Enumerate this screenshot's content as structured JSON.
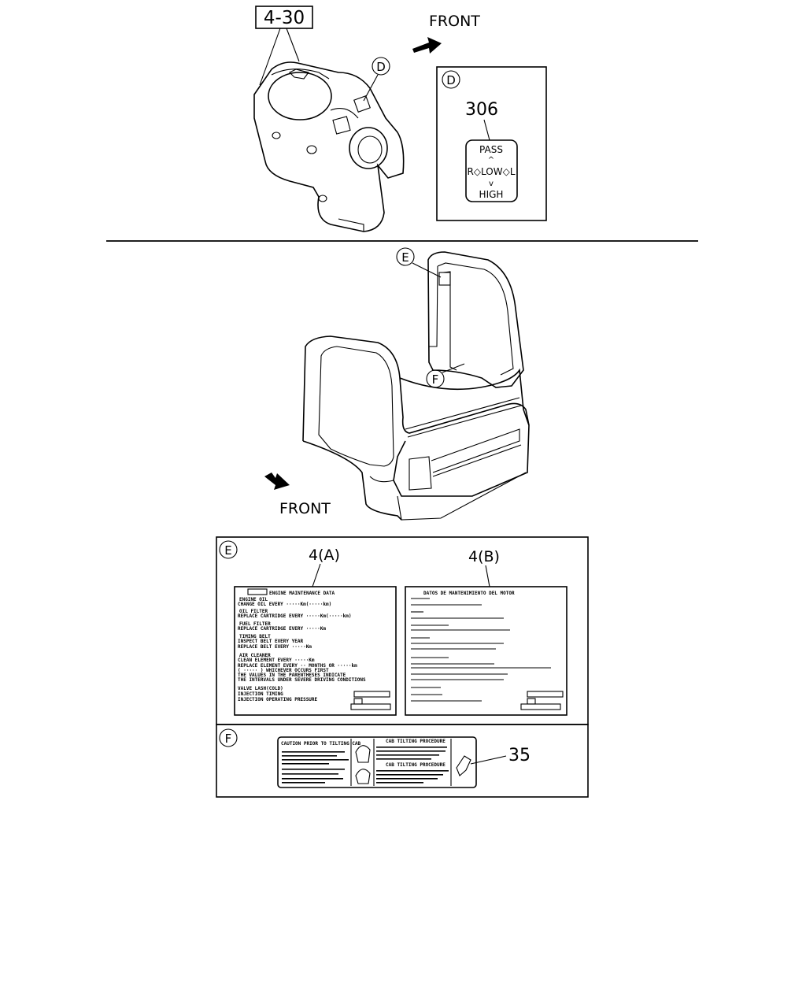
{
  "callouts": {
    "ref_4_30": "4-30",
    "front_top": "FRONT",
    "front_bottom": "FRONT",
    "circle_d": "D",
    "circle_e": "E",
    "circle_f": "F",
    "part_306": "306",
    "part_4a": "4(A)",
    "part_4b": "4(B)",
    "part_35": "35"
  },
  "switch_label": {
    "pass": "PASS",
    "low": "R◇LOW◇L",
    "high": "HIGH"
  },
  "label_4a": {
    "title": "ENGINE MAINTENANCE DATA",
    "lines": [
      "ENGINE OIL",
      "CHANGE OIL EVERY ·····Km(·····km)",
      "OIL FILTER",
      "REPLACE CARTRIDGE EVERY ·····Km(·····km)",
      "FUEL FILTER",
      "REPLACE CARTRIDGE EVERY ·····Km",
      "TIMING BELT",
      "INSPECT BELT EVERY YEAR",
      "REPLACE BELT EVERY ·····Km",
      "AIR CLEANER",
      "CLEAN ELEMENT EVERY ·····Km",
      "REPLACE ELEMENT EVERY ·· MONTHS OR ·····km",
      "( ····· ) WHICHEVER OCCURS FIRST",
      "THE VALUES IN THE PARENTHESES INDICATE",
      "THE INTERVALS UNDER SEVERE DRIVING CONDITIONS",
      "VALVE LASH(COLD)",
      "INJECTION TIMING",
      "INJECTION OPERATING PRESSURE"
    ]
  },
  "label_4b": {
    "title": "DATOS DE MANTENIMIENTO DEL MOTOR"
  },
  "label_35": {
    "left_title": "CAUTION PRIOR TO TILTING CAB",
    "right_title_1": "CAB TILTING PROCEDURE",
    "right_title_2": "CAB TILTING PROCEDURE"
  }
}
